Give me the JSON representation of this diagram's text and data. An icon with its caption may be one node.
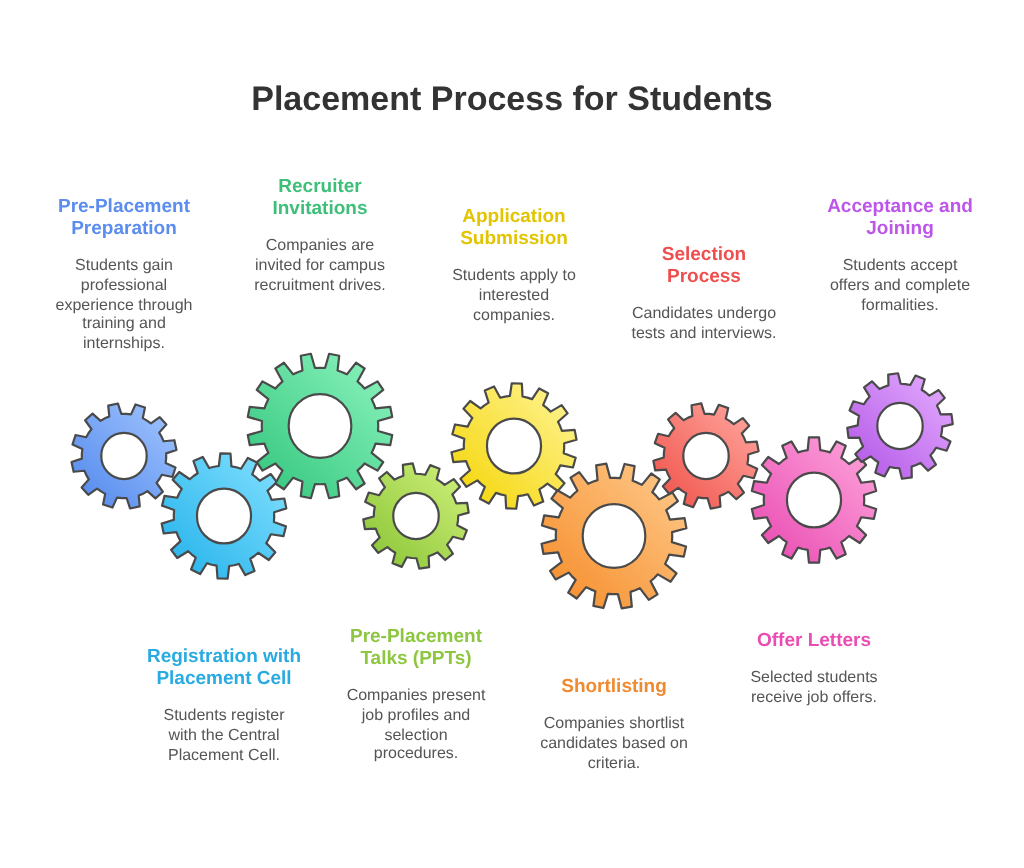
{
  "diagram": {
    "title": "Placement Process for Students",
    "nodes": [
      {
        "text": [],
        "shape": "gear",
        "beside": [
          "Pre-Placement Preparation",
          "Students gain professional experience through training and internships."
        ]
      },
      {
        "text": [],
        "shape": "gear",
        "beside": [
          "Registration with Placement Cell",
          "Students register with the Central Placement Cell."
        ]
      },
      {
        "text": [],
        "shape": "gear",
        "beside": [
          "Recruiter Invitations",
          "Companies are invited for campus recruitment drives."
        ]
      },
      {
        "text": [],
        "shape": "gear",
        "beside": [
          "Pre-Placement Talks (PPTs)",
          "Companies present job profiles and selection procedures."
        ]
      },
      {
        "text": [],
        "shape": "gear",
        "beside": [
          "Application Submission",
          "Students apply to interested companies."
        ]
      },
      {
        "text": [],
        "shape": "gear",
        "beside": [
          "Shortlisting",
          "Companies shortlist candidates based on criteria."
        ]
      },
      {
        "text": [],
        "shape": "gear",
        "beside": [
          "Selection Process",
          "Candidates undergo tests and interviews."
        ]
      },
      {
        "text": [],
        "shape": "gear",
        "beside": [
          "Offer Letters",
          "Selected students receive job offers."
        ]
      },
      {
        "text": [],
        "shape": "gear",
        "beside": [
          "Acceptance and Joining",
          "Students accept offers and complete formalities."
        ]
      }
    ]
  }
}
